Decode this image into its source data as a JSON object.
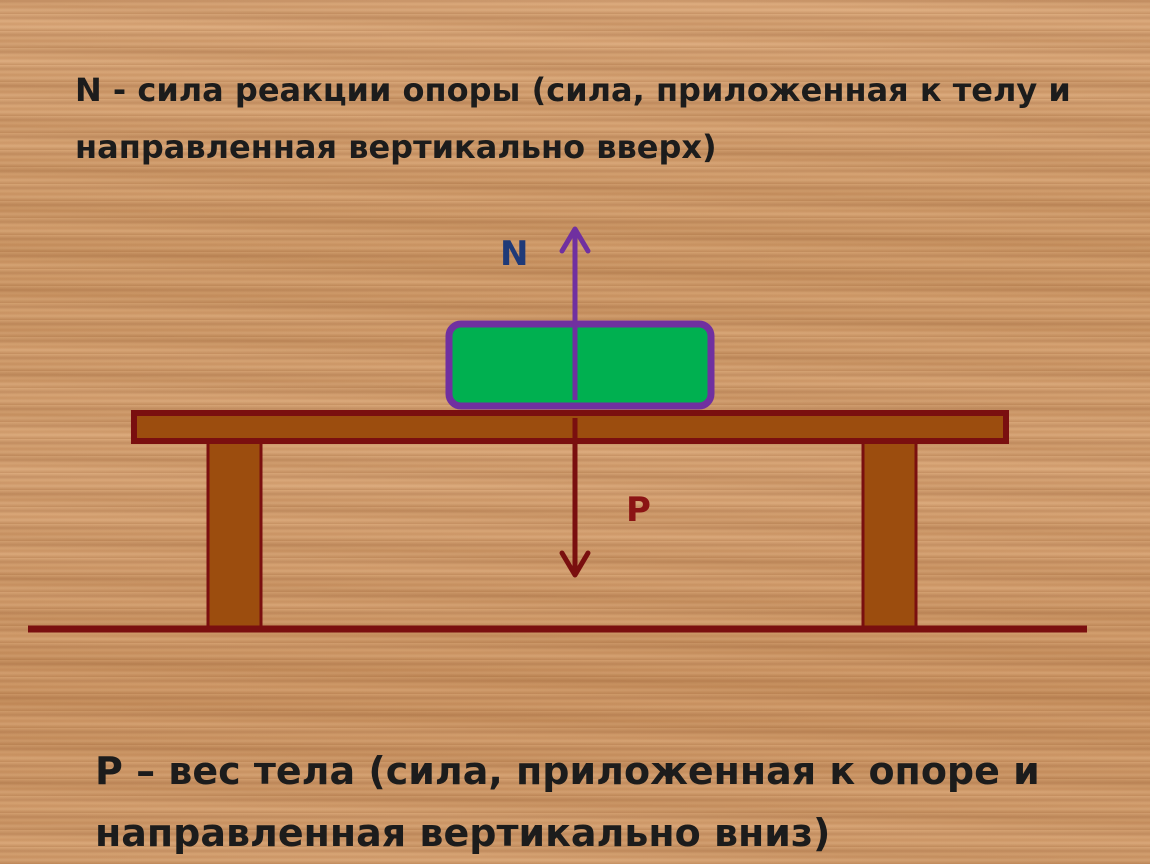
{
  "slide": {
    "top_text": "N - сила реакции опоры (сила, приложенная к телу и направленная вертикально вверх)",
    "bottom_text": "P – вес тела (сила, приложенная к опоре и направленная вертикально вниз)"
  },
  "diagram": {
    "label_n": "N",
    "label_p": "P",
    "colors": {
      "table_fill": "#9c4d0e",
      "table_stroke": "#7a0f0f",
      "ground": "#7a0f0f",
      "block_fill": "#00b050",
      "block_stroke": "#7030a0",
      "arrow_n": "#7030a0",
      "arrow_p": "#7a0f0f"
    }
  }
}
